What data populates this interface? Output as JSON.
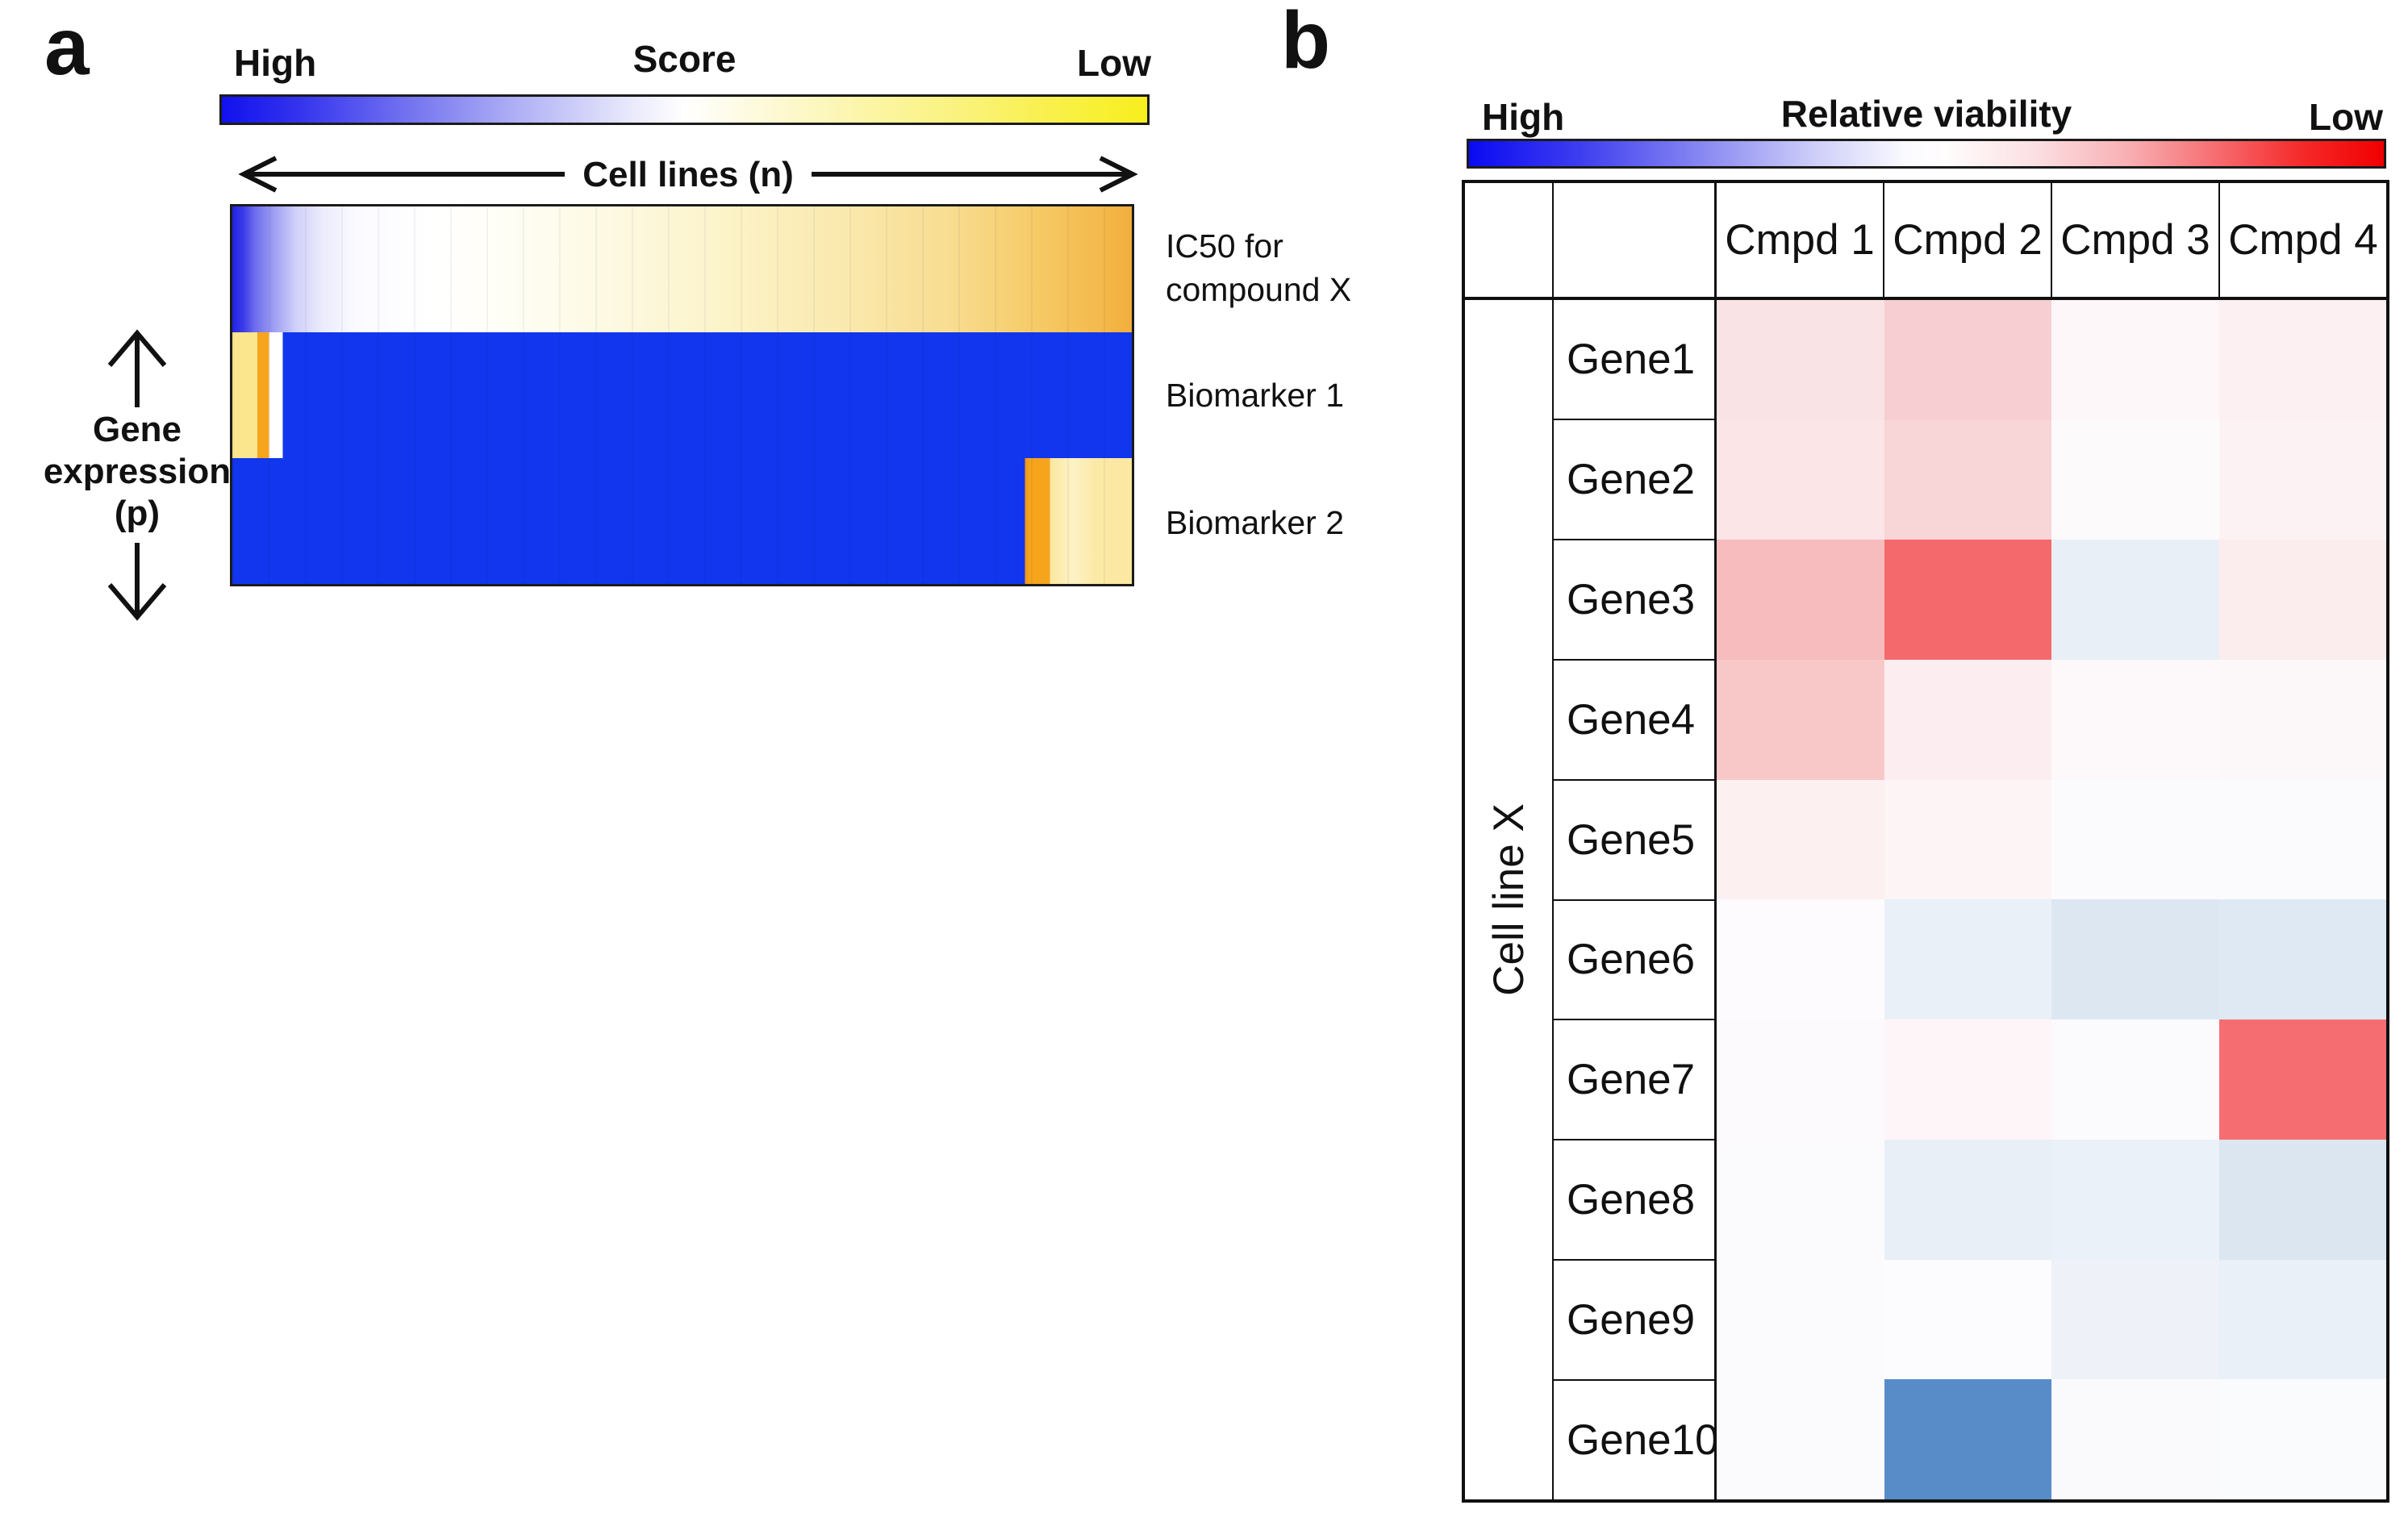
{
  "panel_a": {
    "label": "a",
    "legend": {
      "left": "High",
      "title": "Score",
      "right": "Low",
      "stops": [
        [
          "0%",
          "#1111ee"
        ],
        [
          "8%",
          "#3232ee"
        ],
        [
          "20%",
          "#7272f0"
        ],
        [
          "32%",
          "#b0b0f6"
        ],
        [
          "44%",
          "#e8e8fc"
        ],
        [
          "50%",
          "#ffffff"
        ],
        [
          "57%",
          "#fefae0"
        ],
        [
          "68%",
          "#fcf6ae"
        ],
        [
          "80%",
          "#faf27c"
        ],
        [
          "90%",
          "#f9f04a"
        ],
        [
          "100%",
          "#f7ef1c"
        ]
      ]
    },
    "x_arrow_label": "Cell lines (n)",
    "y_label_lines": [
      "Gene",
      "expression",
      "(p)"
    ],
    "rows": [
      {
        "name": "IC50 for compound X",
        "label_lines": [
          "IC50 for",
          "compound X"
        ],
        "gradient": [
          [
            "0%",
            "#2222e6"
          ],
          [
            "1.2%",
            "#3a3ae8"
          ],
          [
            "2.5%",
            "#6d6dee"
          ],
          [
            "4.5%",
            "#9b9bf3"
          ],
          [
            "7%",
            "#cfcff9"
          ],
          [
            "10%",
            "#ebebfc"
          ],
          [
            "14%",
            "#fbfbff"
          ],
          [
            "22%",
            "#ffffff"
          ],
          [
            "30%",
            "#fffef6"
          ],
          [
            "42%",
            "#fdf9e2"
          ],
          [
            "55%",
            "#fcf3c8"
          ],
          [
            "68%",
            "#fae9ae"
          ],
          [
            "80%",
            "#f8dc90"
          ],
          [
            "89%",
            "#f6cb68"
          ],
          [
            "96%",
            "#f4bb4e"
          ],
          [
            "100%",
            "#f2ae3c"
          ]
        ]
      },
      {
        "name": "Biomarker 1",
        "label_lines": [
          "Biomarker 1"
        ],
        "gradient": [
          [
            "0%",
            "#fbe58d"
          ],
          [
            "2.8%",
            "#fbe58d"
          ],
          [
            "2.8%",
            "#f6a41c"
          ],
          [
            "4.1%",
            "#f6a41c"
          ],
          [
            "4.1%",
            "#ffffff"
          ],
          [
            "5.6%",
            "#ffffff"
          ],
          [
            "5.6%",
            "#1136ee"
          ],
          [
            "100%",
            "#1136ee"
          ]
        ]
      },
      {
        "name": "Biomarker 2",
        "label_lines": [
          "Biomarker 2"
        ],
        "gradient": [
          [
            "0%",
            "#1136ee"
          ],
          [
            "88.1%",
            "#1136ee"
          ],
          [
            "88.1%",
            "#ef9214"
          ],
          [
            "88.6%",
            "#f6a41c"
          ],
          [
            "90.9%",
            "#f6a41c"
          ],
          [
            "90.9%",
            "#fbe7a0"
          ],
          [
            "93.5%",
            "#fdf2c4"
          ],
          [
            "96%",
            "#fbe9a6"
          ],
          [
            "100%",
            "#fce8a0"
          ]
        ]
      }
    ]
  },
  "panel_b": {
    "label": "b",
    "legend": {
      "left": "High",
      "title": "Relative viability",
      "right": "Low",
      "stops": [
        [
          "0%",
          "#0a0af2"
        ],
        [
          "12%",
          "#3d3df0"
        ],
        [
          "25%",
          "#8585f2"
        ],
        [
          "38%",
          "#cfcff9"
        ],
        [
          "48%",
          "#fbfbff"
        ],
        [
          "52%",
          "#fffdfd"
        ],
        [
          "62%",
          "#fbdfe2"
        ],
        [
          "72%",
          "#f8b0b4"
        ],
        [
          "82%",
          "#f66a6e"
        ],
        [
          "91%",
          "#f52a2a"
        ],
        [
          "100%",
          "#f10000"
        ]
      ]
    },
    "row_group_label": "Cell line X",
    "columns": [
      "Cmpd 1",
      "Cmpd 2",
      "Cmpd 3",
      "Cmpd 4"
    ],
    "rows": [
      {
        "gene": "Gene1",
        "colors": [
          "#fae3e4",
          "#f7ced1",
          "#fdf7f9",
          "#fcf0f2"
        ]
      },
      {
        "gene": "Gene2",
        "colors": [
          "#fbe5e6",
          "#f8d5d7",
          "#fdfafb",
          "#fcf2f4"
        ]
      },
      {
        "gene": "Gene3",
        "colors": [
          "#f7bcbe",
          "#f4696c",
          "#e9eff7",
          "#fbeced"
        ]
      },
      {
        "gene": "Gene4",
        "colors": [
          "#f8c8c9",
          "#fceef0",
          "#fdf8f9",
          "#fcf8f9"
        ]
      },
      {
        "gene": "Gene5",
        "colors": [
          "#fcf0f1",
          "#fcf4f5",
          "#fbfafd",
          "#fbfafd"
        ]
      },
      {
        "gene": "Gene6",
        "colors": [
          "#fdfbfd",
          "#eaf0f8",
          "#dde7f2",
          "#dfe9f3"
        ]
      },
      {
        "gene": "Gene7",
        "colors": [
          "#fcfafc",
          "#fdf5f7",
          "#fbfafd",
          "#f66d71"
        ]
      },
      {
        "gene": "Gene8",
        "colors": [
          "#fbfafd",
          "#e9eff7",
          "#ebf1f8",
          "#dce6f1"
        ]
      },
      {
        "gene": "Gene9",
        "colors": [
          "#fbfafd",
          "#fcfbfd",
          "#eef2f8",
          "#eaf0f7"
        ]
      },
      {
        "gene": "Gene10",
        "colors": [
          "#fbfafd",
          "#588cc8",
          "#fafafd",
          "#fafbfd"
        ]
      }
    ]
  },
  "chart_data": [
    {
      "type": "heatmap",
      "panel": "a",
      "title": "Score",
      "colorscale": {
        "high": "#1111ee",
        "mid": "#ffffff",
        "low": "#f7ef1c"
      },
      "x_axis": "Cell lines (n)",
      "y_axis": "Gene expression (p)",
      "rows": [
        "IC50 for compound X",
        "Biomarker 1",
        "Biomarker 2"
      ],
      "row_patterns": {
        "IC50 for compound X": "continuous gradient across cell lines: high score (blue) for leftmost ~5% of cell lines, fading through white (~12-28%), then pale yellow deepening to orange (low score) at the right edge",
        "Biomarker 1": "low score (pale yellow/orange) for leftmost ~5% of cell lines, high score (solid blue) for remaining ~95%",
        "Biomarker 2": "high score (solid blue) for leftmost ~88% of cell lines, low score (orange/pale yellow) for rightmost ~12%"
      }
    },
    {
      "type": "heatmap",
      "panel": "b",
      "title": "Relative viability",
      "colorscale": {
        "high_viability": "#0a0af2",
        "mid": "#ffffff",
        "low_viability": "#f10000"
      },
      "cell_line": "Cell line X",
      "x": [
        "Cmpd 1",
        "Cmpd 2",
        "Cmpd 3",
        "Cmpd 4"
      ],
      "y": [
        "Gene1",
        "Gene2",
        "Gene3",
        "Gene4",
        "Gene5",
        "Gene6",
        "Gene7",
        "Gene8",
        "Gene9",
        "Gene10"
      ],
      "values_scale": "-1 = high viability (blue), 0 = neutral (white), +1 = low viability (red); estimated from cell colors",
      "values": [
        [
          0.12,
          0.22,
          0.02,
          0.06
        ],
        [
          0.11,
          0.18,
          0.01,
          0.05
        ],
        [
          0.32,
          0.68,
          -0.08,
          0.08
        ],
        [
          0.26,
          0.07,
          0.02,
          0.02
        ],
        [
          0.06,
          0.05,
          0.0,
          0.0
        ],
        [
          0.0,
          -0.08,
          -0.14,
          -0.13
        ],
        [
          0.0,
          0.04,
          0.0,
          0.66
        ],
        [
          0.0,
          -0.09,
          -0.08,
          -0.15
        ],
        [
          0.0,
          0.0,
          -0.07,
          -0.09
        ],
        [
          0.0,
          -0.75,
          0.0,
          0.0
        ]
      ]
    }
  ]
}
